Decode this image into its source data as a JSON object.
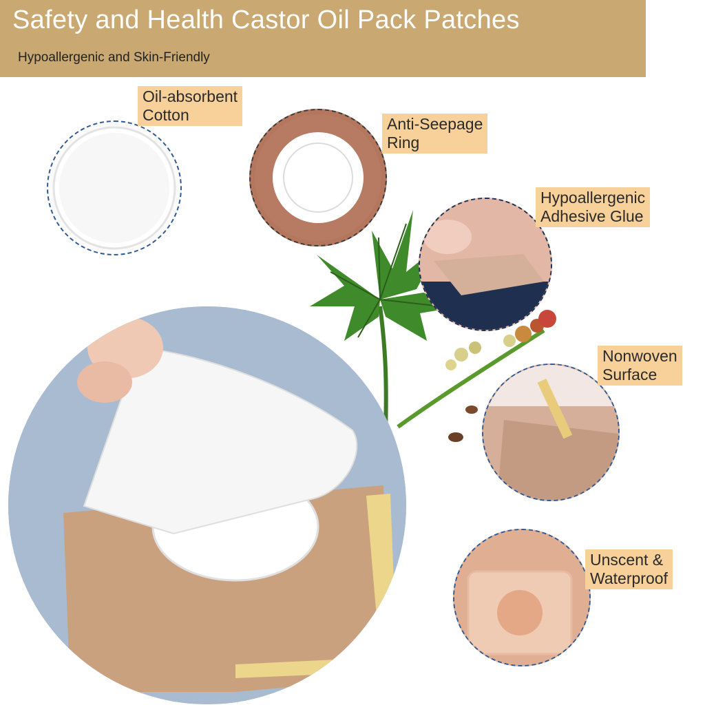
{
  "header": {
    "title": "Safety and Health Castor Oil Pack Patches",
    "subtitle": "Hypoallergenic and Skin-Friendly"
  },
  "features": [
    {
      "label_line1": "Oil-absorbent",
      "label_line2": "Cotton",
      "icon": "cotton-pad-photo"
    },
    {
      "label_line1": "Anti-Seepage",
      "label_line2": "Ring",
      "icon": "ring-pad-photo"
    },
    {
      "label_line1": "Hypoallergenic",
      "label_line2": "Adhesive Glue",
      "icon": "adhesive-peel-photo"
    },
    {
      "label_line1": "Nonwoven",
      "label_line2": "Surface",
      "icon": "nonwoven-surface-photo"
    },
    {
      "label_line1": "Unscent &",
      "label_line2": "Waterproof",
      "icon": "applied-patch-photo"
    }
  ],
  "colors": {
    "banner": "#c9a872",
    "label_bg": "#f8d19a",
    "circle_border": "#2f5a94",
    "patch": "#c9a17e",
    "leaf": "#3f8a2a"
  }
}
